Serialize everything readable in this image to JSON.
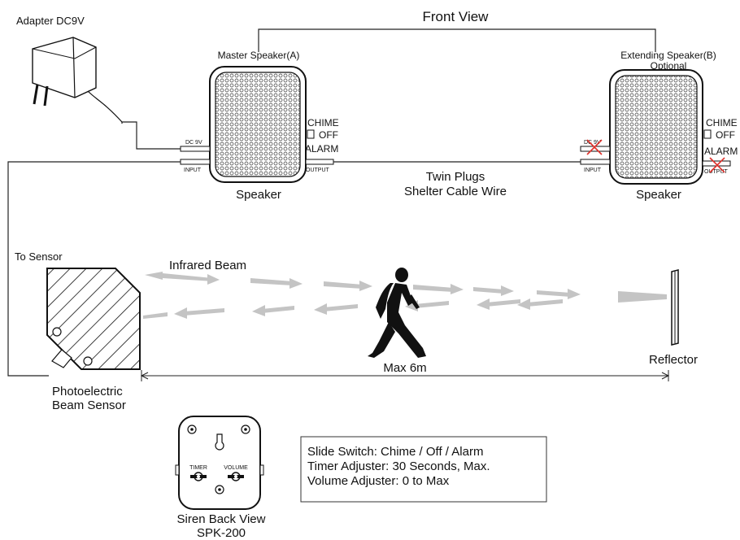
{
  "title": "Front View",
  "adapter": {
    "label": "Adapter DC9V"
  },
  "master_speaker": {
    "heading": "Master Speaker(A)",
    "name": "Speaker",
    "dc_port": "DC 9V",
    "input_port": "INPUT",
    "output_port": "OUTPUT",
    "switch_chime": "CHIME",
    "switch_off": "OFF",
    "switch_alarm": "ALARM"
  },
  "extending_speaker": {
    "heading": "Extending Speaker(B)",
    "heading_sub": "Optional",
    "name": "Speaker",
    "dc_port": "DC 9V",
    "input_port": "INPUT",
    "output_port": "OUTPUT",
    "switch_chime": "CHIME",
    "switch_off": "OFF",
    "switch_alarm": "ALARM"
  },
  "cable": {
    "line1": "Twin Plugs",
    "line2": "Shelter Cable Wire"
  },
  "sensor": {
    "to_sensor": "To Sensor",
    "name_line1": "Photoelectric",
    "name_line2": "Beam Sensor"
  },
  "beam": {
    "label": "Infrared Beam",
    "distance": "Max 6m"
  },
  "reflector": {
    "label": "Reflector"
  },
  "siren": {
    "timer": "TIMER",
    "volume": "VOLUME",
    "caption_line1": "Siren Back View",
    "caption_line2": "SPK-200"
  },
  "notes": [
    "Slide Switch: Chime / Off / Alarm",
    "Timer Adjuster: 30 Seconds, Max.",
    "Volume Adjuster: 0 to Max"
  ],
  "colors": {
    "line": "#222222",
    "beam": "#c4c4c4",
    "cross": "#e0302a",
    "figure": "#111111"
  }
}
